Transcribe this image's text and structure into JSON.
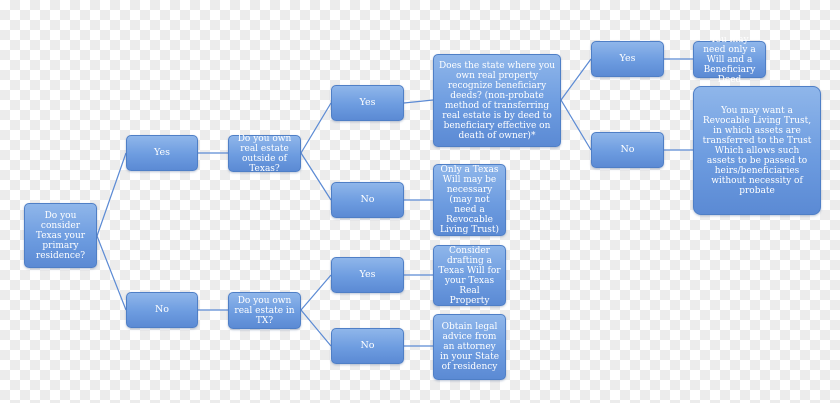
{
  "nodes": {
    "q_texas_primary": "Do you consider Texas your primary residence?",
    "yes_1": "Yes",
    "no_1": "No",
    "q_real_estate_outside": "Do you own real estate outside of Texas?",
    "q_real_estate_tx": "Do you own real estate in TX?",
    "yes_2": "Yes",
    "no_2": "No",
    "yes_3": "Yes",
    "no_3": "No",
    "q_beneficiary_deeds": "Does the state where you own real property recognize beneficiary deeds? (non-probate method of transferring real estate is by deed to beneficiary effective on death of owner)*",
    "a_only_texas_will": "Only a Texas Will may be necessary (may not need a Revocable Living Trust)",
    "a_consider_texas_will": "Consider drafting a Texas Will for your Texas Real Property",
    "a_obtain_legal_advice": "Obtain legal advice from an attorney in your State of residency",
    "yes_4": "Yes",
    "no_4": "No",
    "a_will_and_deed": "You may need only a Will and a Beneficiary Deed",
    "a_revocable_trust": "You may want a Revocable Living Trust, in which assets are transferred to the Trust Which allows such assets to be passed to heirs/beneficiaries without necessity of probate"
  },
  "colors": {
    "node_fill": "#6d9ce0",
    "node_border": "#4f7fc6",
    "connector": "#5b8ad4"
  }
}
